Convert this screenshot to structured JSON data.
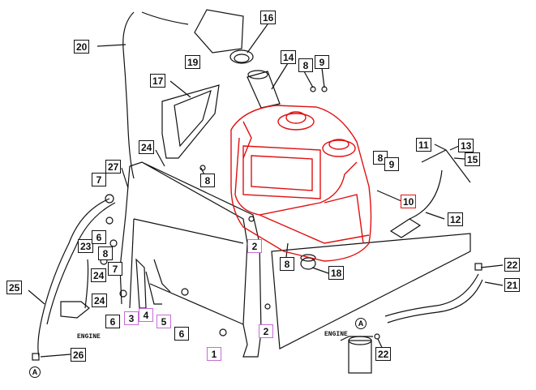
{
  "callouts": {
    "c1": "1",
    "c2a": "2",
    "c2b": "2",
    "c3": "3",
    "c4": "4",
    "c5": "5",
    "c6a": "6",
    "c6b": "6",
    "c6c": "6",
    "c7a": "7",
    "c7b": "7",
    "c8a": "8",
    "c8b": "8",
    "c8c": "8",
    "c8d": "8",
    "c9a": "9",
    "c9b": "9",
    "c10": "10",
    "c11": "11",
    "c12": "12",
    "c13": "13",
    "c14": "14",
    "c15": "15",
    "c16": "16",
    "c17": "17",
    "c18": "18",
    "c19": "19",
    "c20": "20",
    "c21": "21",
    "c22a": "22",
    "c22b": "22",
    "c23": "23",
    "c24a": "24",
    "c24b": "24",
    "c24c": "24",
    "c25": "25",
    "c26": "26",
    "c27": "27"
  },
  "labels": {
    "engine_left": "ENGINE",
    "engine_right": "ENGINE",
    "marker_a_left": "A",
    "marker_a_right": "A"
  },
  "colors": {
    "highlight": "#e01010",
    "pink_frame": "#c86ad8",
    "line": "#111111"
  }
}
